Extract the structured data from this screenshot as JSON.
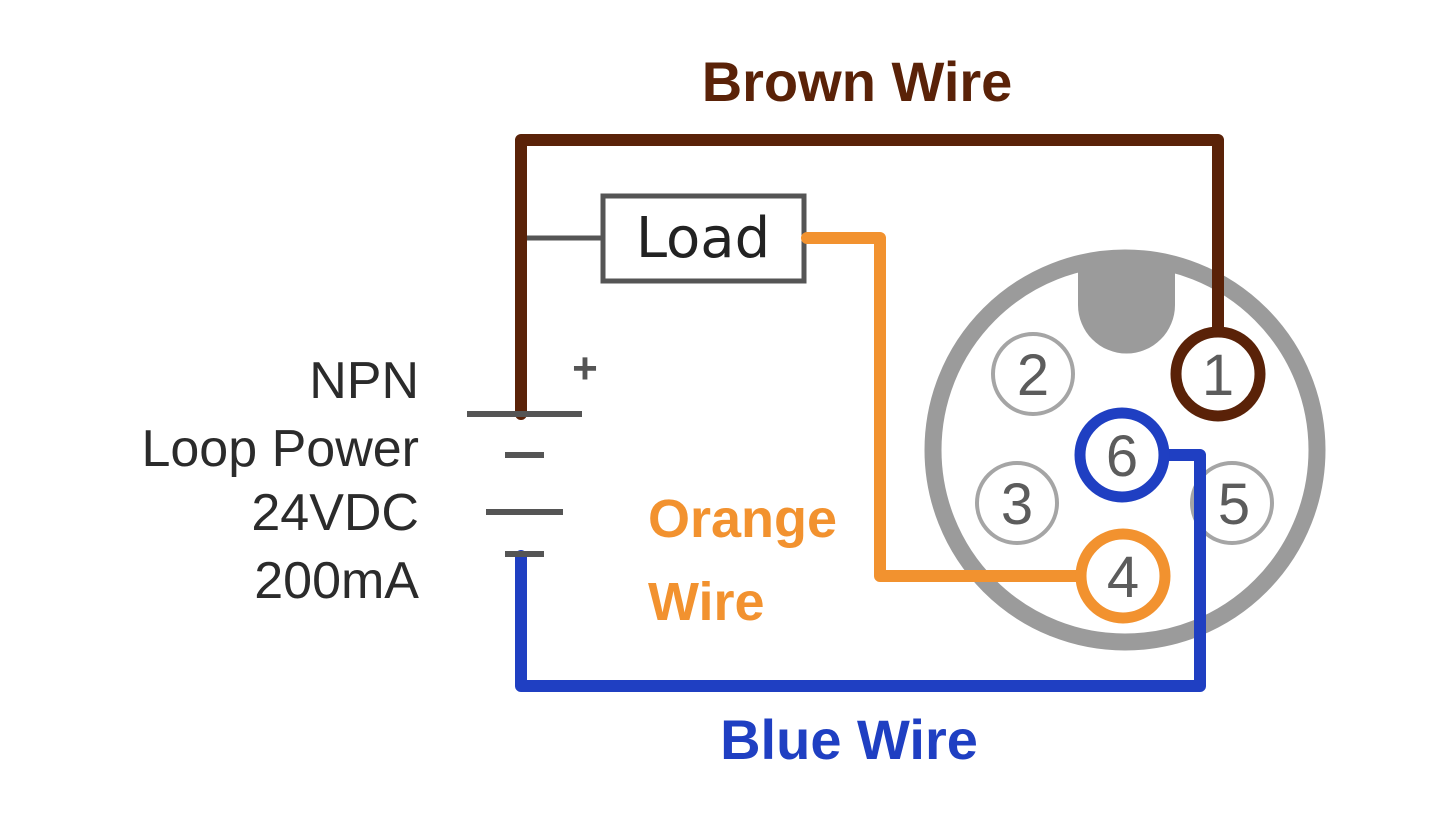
{
  "colors": {
    "brown": "#5a2208",
    "orange": "#f2922f",
    "blue": "#1f3fc2",
    "connector_gray": "#9b9b9b",
    "pin_text": "#5c5c5c",
    "dark_line": "#505050"
  },
  "wires": {
    "brown": {
      "label": "Brown Wire",
      "pin": "1"
    },
    "orange": {
      "label_line1": "Orange",
      "label_line2": "Wire",
      "pin": "4"
    },
    "blue": {
      "label": "Blue Wire",
      "pin": "6"
    }
  },
  "load": {
    "label": "Load"
  },
  "power_supply": {
    "lines": [
      "NPN",
      "Loop Power",
      "24VDC",
      "200mA"
    ],
    "positive_symbol": "+"
  },
  "connector": {
    "pins": [
      {
        "number": "1",
        "wire": "brown"
      },
      {
        "number": "2",
        "wire": null
      },
      {
        "number": "3",
        "wire": null
      },
      {
        "number": "4",
        "wire": "orange"
      },
      {
        "number": "5",
        "wire": null
      },
      {
        "number": "6",
        "wire": "blue"
      }
    ]
  }
}
